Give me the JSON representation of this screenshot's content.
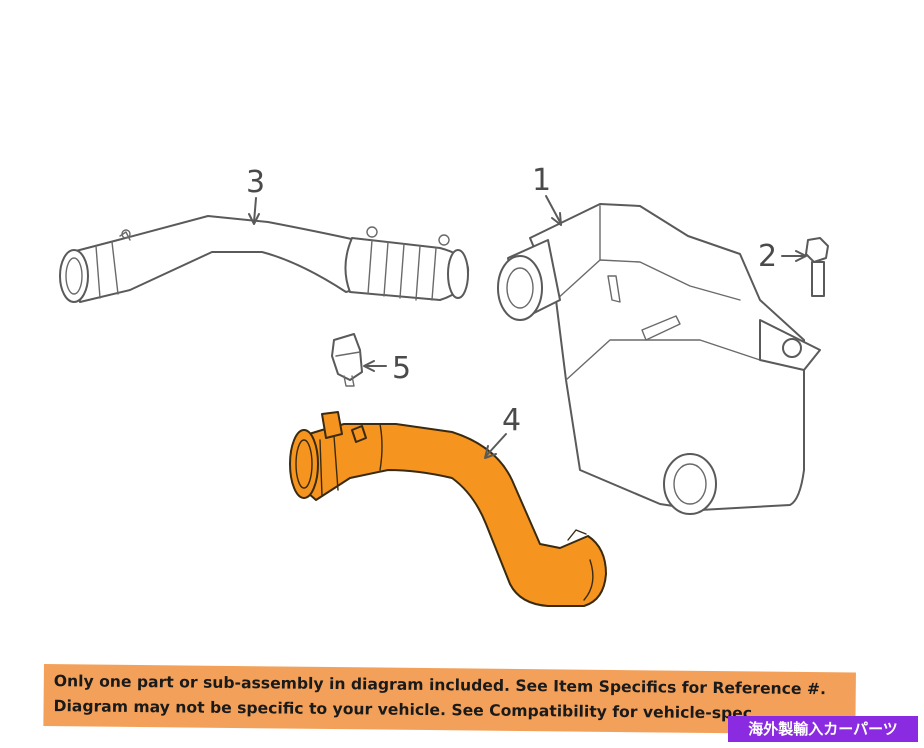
{
  "callouts": {
    "part1": "1",
    "part2": "2",
    "part3": "3",
    "part4": "4",
    "part5": "5"
  },
  "notice": {
    "line1": "Only one part or sub-assembly in diagram included. See Item Specifics for Reference #.",
    "line2": "Diagram may not be specific to your vehicle. See Compatibility for vehicle-spec"
  },
  "badge": {
    "text": "海外製輸入カーパーツ"
  },
  "colors": {
    "highlight_part": "#f5941e",
    "notice_background": "#f3a15a",
    "badge_background": "#8a2be2",
    "line_art": "#5a5a5a"
  }
}
